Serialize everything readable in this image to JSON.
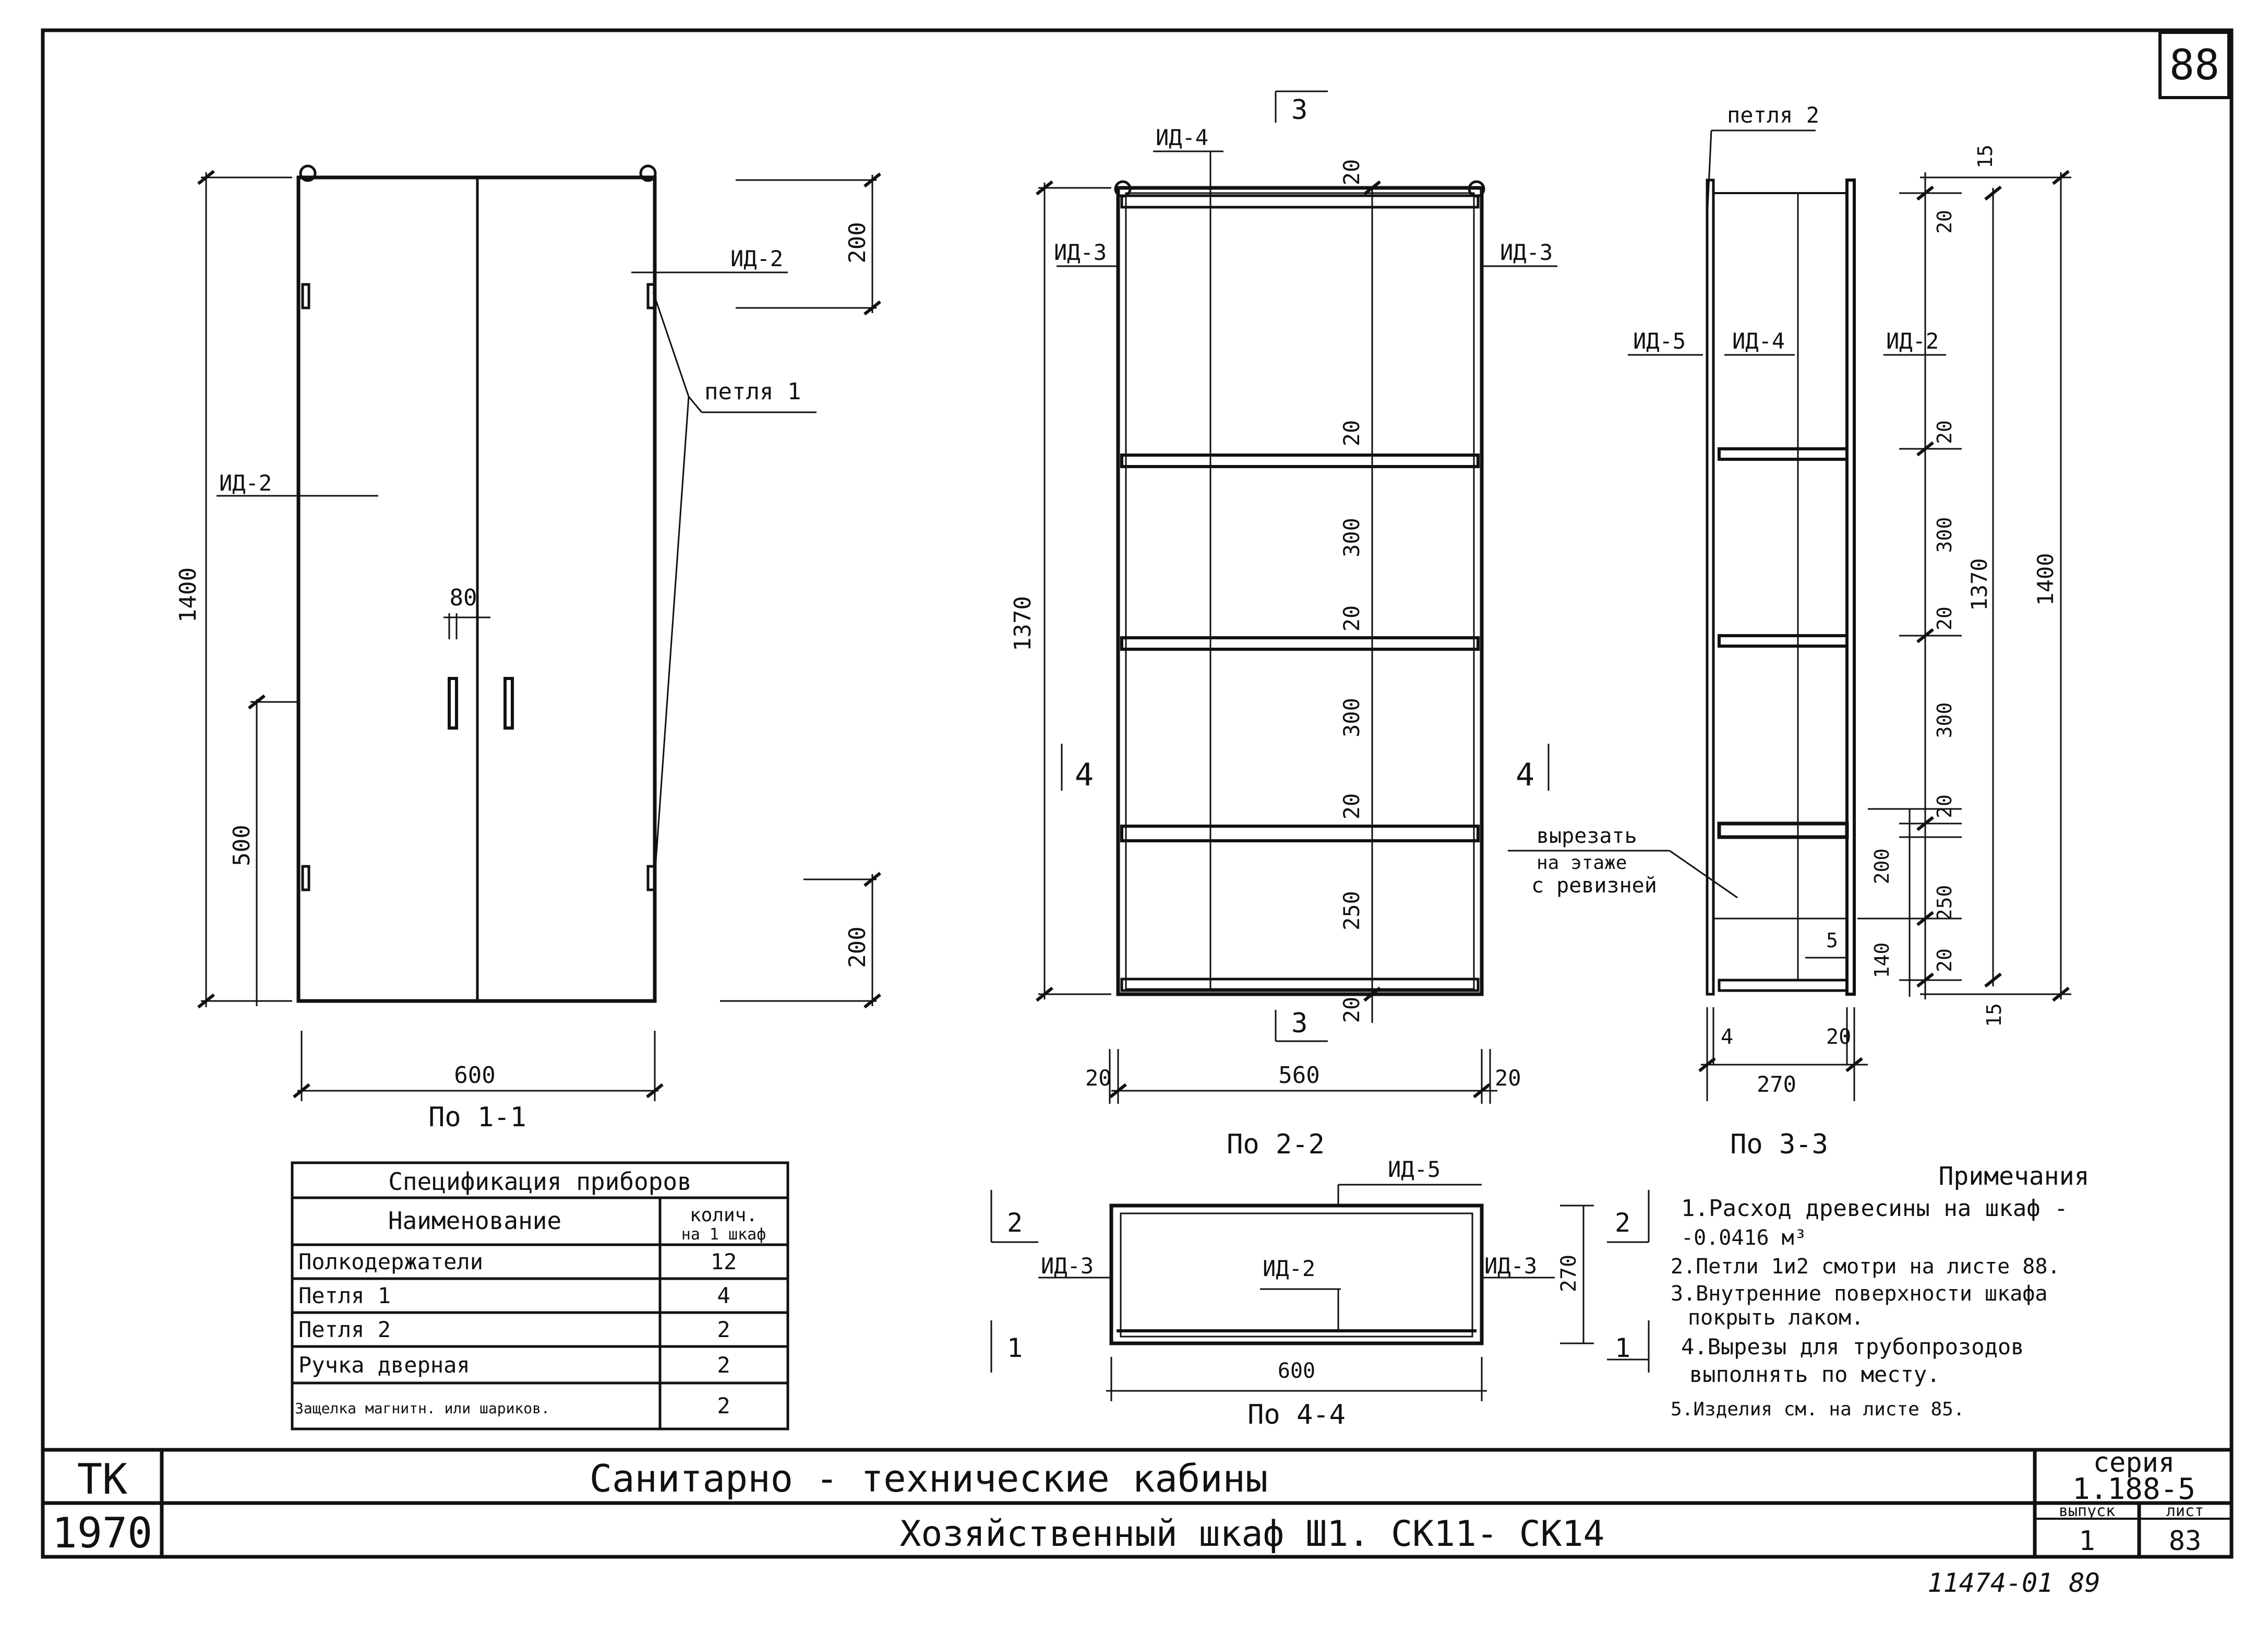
{
  "page_number": "88",
  "views": {
    "v11": {
      "caption": "По 1-1",
      "dims": {
        "height": "1400",
        "lower": "500",
        "top": "200",
        "bottom": "200",
        "handle_gap": "80",
        "width": "600"
      },
      "labels": {
        "id2_right": "ИД-2",
        "id2_left": "ИД-2",
        "hinge1": "петля 1"
      }
    },
    "v22": {
      "caption": "По 2-2",
      "section_top": "3",
      "section_bottom": "3",
      "section_left": "4",
      "section_right": "4",
      "dims": {
        "height": "1370",
        "t20a": "20",
        "s20b": "20",
        "s300a": "300",
        "s20c": "20",
        "s300b": "300",
        "s20d": "20",
        "s250": "250",
        "b20": "20",
        "w560": "560",
        "wl20": "20",
        "wr20": "20"
      },
      "labels": {
        "id4": "ИД-4",
        "id3_left": "ИД-3",
        "id3_right": "ИД-3"
      }
    },
    "v33": {
      "caption": "По 3-3",
      "dims": {
        "h1400": "1400",
        "h1370": "1370",
        "d15t": "15",
        "d20t": "20",
        "d20s1": "20",
        "d300a": "300",
        "d20s2": "20",
        "d300b": "300",
        "d20s3": "20",
        "d200": "200",
        "d250": "250",
        "d140": "140",
        "d20s4": "20",
        "d15b": "15",
        "d5": "5",
        "w270": "270",
        "w4": "4",
        "w20": "20"
      },
      "labels": {
        "hinge2": "петля 2",
        "id5": "ИД-5",
        "id4": "ИД-4",
        "id2": "ИД-2"
      },
      "cut_note": [
        "вырезать",
        "на этаже",
        "с ревизней"
      ]
    },
    "v44": {
      "caption": "По 4-4",
      "section_left_top": "2",
      "section_left_bottom": "1",
      "section_right_top": "2",
      "section_right_bottom": "1",
      "dims": {
        "width": "600",
        "depth": "270"
      },
      "labels": {
        "id5": "ИД-5",
        "id3_left": "ИД-3",
        "id2": "ИД-2",
        "id3_right": "ИД-3"
      }
    }
  },
  "spec_table": {
    "title": "Спецификация приборов",
    "col_name": "Наименование",
    "col_qty": [
      "колич.",
      "на 1 шкаф"
    ],
    "rows": [
      {
        "name": "Полкодержатели",
        "qty": "12"
      },
      {
        "name": "Петля 1",
        "qty": "4"
      },
      {
        "name": "Петля 2",
        "qty": "2"
      },
      {
        "name": "Ручка дверная",
        "qty": "2"
      },
      {
        "name": "Защелка магнитн. или шариков.",
        "qty": "2"
      }
    ]
  },
  "notes": {
    "heading": "Примечания",
    "lines": [
      "1.Расход древесины на шкаф -",
      "-0.0416 м³",
      "2.Петли 1и2 смотри  на листе 88.",
      "3.Внутренние поверхности шкафа",
      "покрыть лаком.",
      "4.Вырезы  для трубопрозодов",
      "выполнять  по месту.",
      "5.Изделия  см. на листе 85."
    ]
  },
  "title_block": {
    "org": "ТК",
    "year": "1970",
    "title": "Санитарно - технические   кабины",
    "subtitle": "Хозяйственный   шкаф Ш1.   СК11- СК14",
    "series_label": "серия",
    "series": "1.188-5",
    "issue_label": "выпуск",
    "issue": "1",
    "sheet_label": "лист",
    "sheet": "83"
  },
  "footer_code": "11474-01  89"
}
